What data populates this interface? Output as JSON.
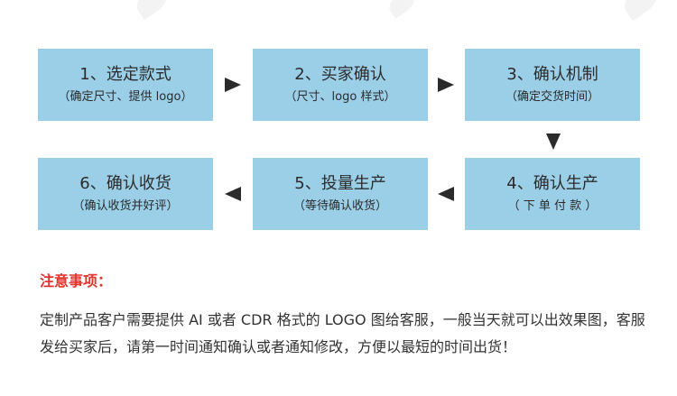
{
  "steps": [
    {
      "title": "1、选定款式",
      "subtitle": "（确定尺寸、提供 logo）"
    },
    {
      "title": "2、买家确认",
      "subtitle": "（尺寸、logo 样式）"
    },
    {
      "title": "3、确认机制",
      "subtitle": "（确定交货时间）"
    },
    {
      "title": "4、确认生产",
      "subtitle": "（ 下 单 付 款 ）"
    },
    {
      "title": "5、投量生产",
      "subtitle": "（等待确认收货）"
    },
    {
      "title": "6、确认收货",
      "subtitle": "（确认收货并好评）"
    }
  ],
  "notice": {
    "title": "注意事项：",
    "text": "定制产品客户需要提供 AI 或者 CDR 格式的 LOGO 图给客服，一般当天就可以出效果图，客服发给买家后，请第一时间通知确认或者通知修改，方便以最短的时间出货！"
  },
  "colors": {
    "box": "#9bcfe8",
    "arrow": "#2b2b2b",
    "notice_title": "#e5322d",
    "text": "#333333"
  },
  "icons": {
    "flow_arrow": "triangle-arrow"
  }
}
